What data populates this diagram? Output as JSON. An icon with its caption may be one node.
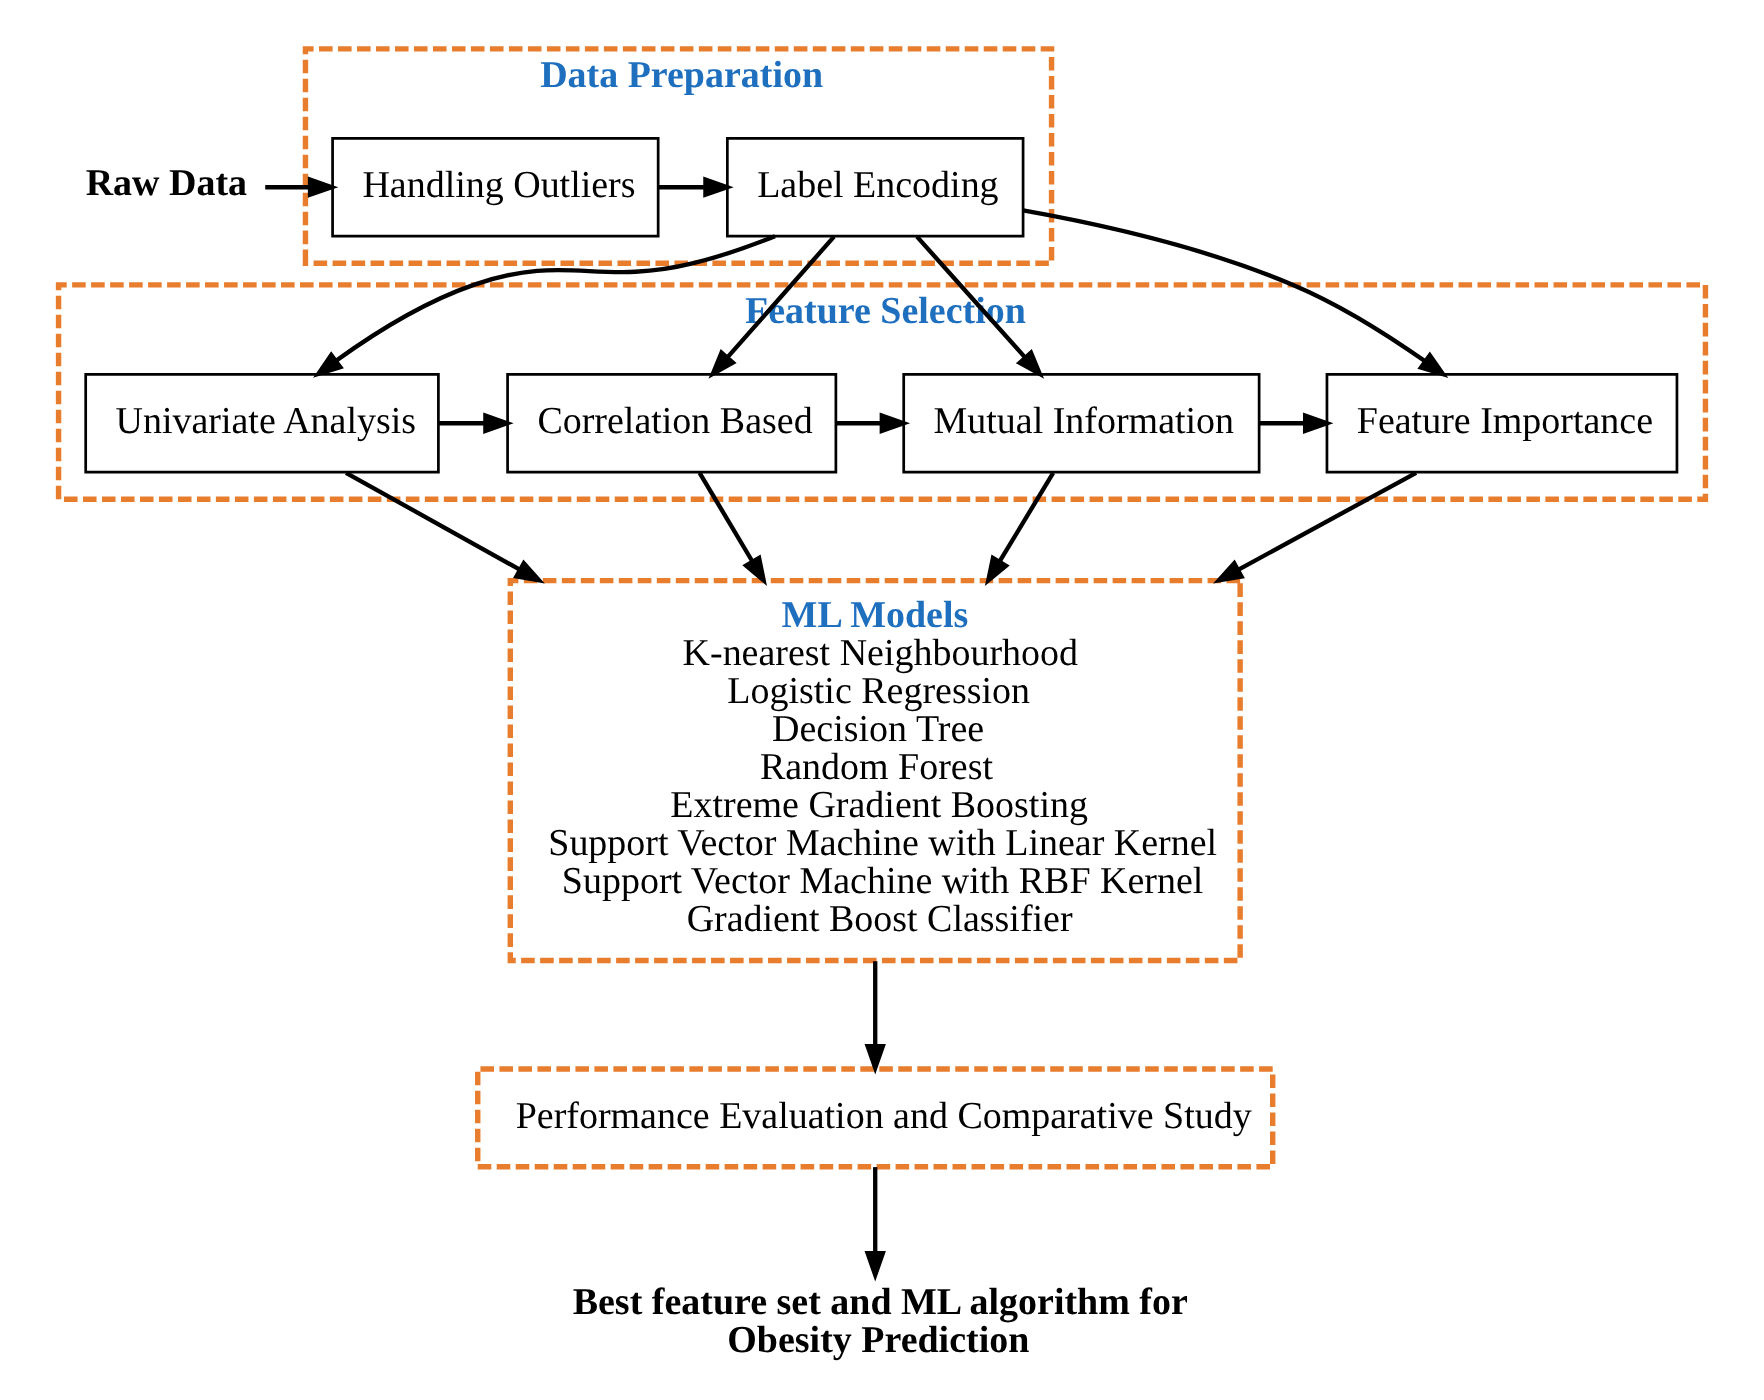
{
  "diagram": {
    "nodes": [
      {
        "text": [
          "Raw Data"
        ]
      },
      {
        "text": [
          "Data Preparation"
        ]
      },
      {
        "text": [
          "Handling Outliers"
        ],
        "in": 1
      },
      {
        "text": [
          "Label Encoding"
        ],
        "in": 1
      },
      {
        "text": [
          "Feature Selection"
        ]
      },
      {
        "text": [
          "Univariate Analysis"
        ],
        "in": 4
      },
      {
        "text": [
          "Correlation Based"
        ],
        "in": 4
      },
      {
        "text": [
          "Mutual Information"
        ],
        "in": 4
      },
      {
        "text": [
          "Feature Importance"
        ],
        "in": 4
      },
      {
        "text": [
          "ML Models",
          "K-nearest Neighbourhood",
          "Logistic Regression",
          "Decision Tree",
          "Random Forest",
          "Extreme Gradient Boosting",
          "Support Vector Machine with Linear Kernel",
          "Support Vector Machine with RBF Kernel",
          "Gradient Boost Classifier"
        ]
      },
      {
        "text": [
          "Performance Evaluation and Comparative Study"
        ]
      },
      {
        "text": [
          "Best feature set and ML algorithm for Obesity Prediction"
        ]
      }
    ],
    "edges": [
      {
        "from": 0,
        "to": 2,
        "arrow": "to"
      },
      {
        "from": 2,
        "to": 3,
        "arrow": "to"
      },
      {
        "from": 3,
        "to": 5,
        "arrow": "to"
      },
      {
        "from": 3,
        "to": 6,
        "arrow": "to"
      },
      {
        "from": 3,
        "to": 7,
        "arrow": "to"
      },
      {
        "from": 3,
        "to": 8,
        "arrow": "to"
      },
      {
        "from": 5,
        "to": 6,
        "arrow": "to"
      },
      {
        "from": 6,
        "to": 7,
        "arrow": "to"
      },
      {
        "from": 7,
        "to": 8,
        "arrow": "to"
      },
      {
        "from": 5,
        "to": 9,
        "arrow": "to"
      },
      {
        "from": 6,
        "to": 9,
        "arrow": "to"
      },
      {
        "from": 7,
        "to": 9,
        "arrow": "to"
      },
      {
        "from": 8,
        "to": 9,
        "arrow": "to"
      },
      {
        "from": 9,
        "to": 10,
        "arrow": "to"
      },
      {
        "from": 10,
        "to": 11,
        "arrow": "to"
      }
    ]
  }
}
